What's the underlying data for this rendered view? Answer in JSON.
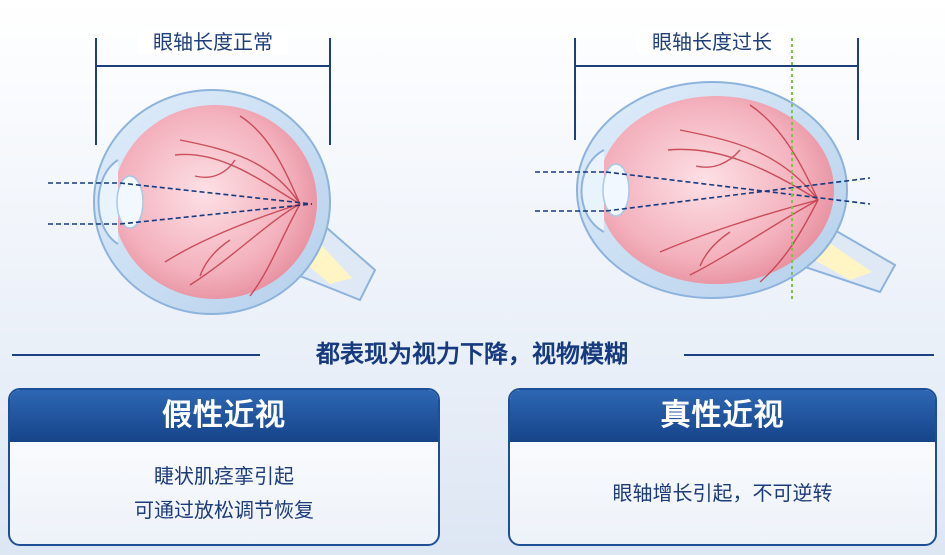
{
  "left_diagram": {
    "label": "眼轴长度正常"
  },
  "right_diagram": {
    "label": "眼轴长度过长"
  },
  "summary": "都表现为视力下降，视物模糊",
  "cards": [
    {
      "title": "假性近视",
      "lines": [
        "睫状肌痉挛引起",
        "可通过放松调节恢复"
      ]
    },
    {
      "title": "真性近视",
      "lines": [
        "眼轴增长引起，不可逆转"
      ]
    }
  ],
  "colors": {
    "navy": "#1e3f7c",
    "eye_fill": "#f3aab6",
    "sclera": "#c6ddf3",
    "vessel": "#c23a48",
    "nerve": "#fff6c8",
    "focus_line": "#7fc24a",
    "card_header": "#164489"
  }
}
